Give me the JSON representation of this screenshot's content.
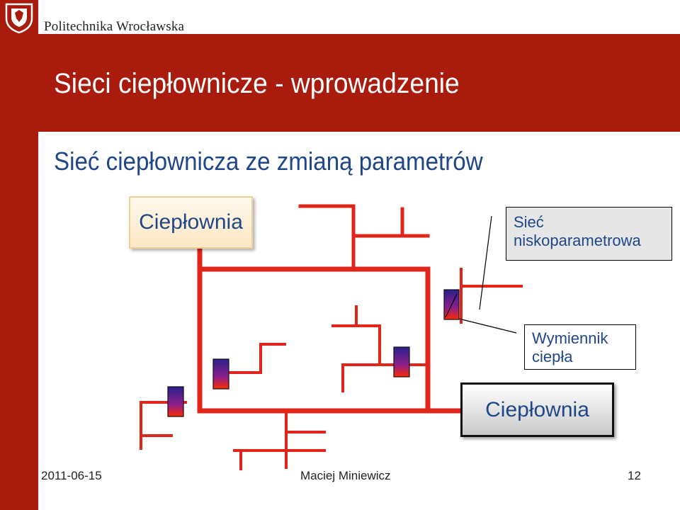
{
  "header": {
    "university_name": "Politechnika Wrocławska"
  },
  "slide": {
    "title": "Sieci ciepłownicze  - wprowadzenie",
    "subtitle": "Sieć ciepłownicza ze zmianą parametrów"
  },
  "diagram": {
    "plant_top": "Ciepłownia",
    "plant_bottom": "Ciepłownia",
    "callout_network": [
      "Sieć",
      "niskoparametrowa"
    ],
    "callout_exchanger": [
      "Wymiennik",
      "ciepła"
    ],
    "pipe_color": "#e0251a",
    "exchanger_colors": [
      "#2b1f8c",
      "#ff2a00"
    ]
  },
  "footer": {
    "date": "2011-06-15",
    "author": "Maciej Miniewicz",
    "page": "12"
  }
}
